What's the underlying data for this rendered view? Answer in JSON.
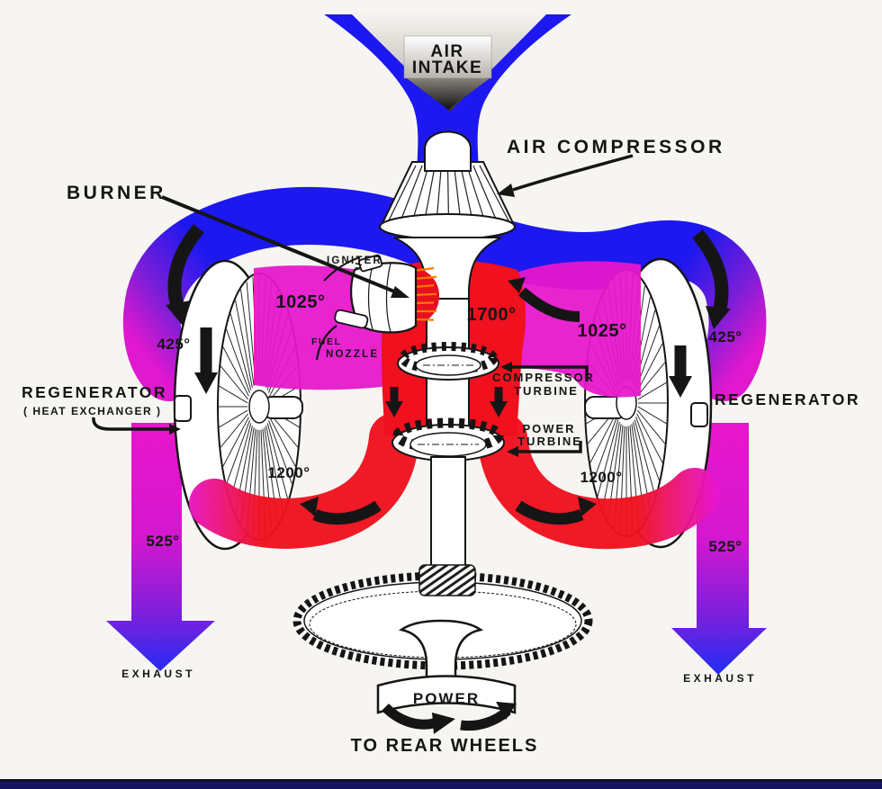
{
  "diagram": {
    "intake": {
      "line1": "AIR",
      "line2": "INTAKE"
    },
    "compressor_label": "AIR COMPRESSOR",
    "burner_label": "BURNER",
    "igniter_label": "IGNITER",
    "fuel_nozzle": {
      "line1": "FUEL",
      "line2": "NOZZLE"
    },
    "compressor_turbine": {
      "line1": "COMPRESSOR",
      "line2": "TURBINE"
    },
    "power_turbine": {
      "line1": "POWER",
      "line2": "TURBINE"
    },
    "regenerator_left": {
      "line1": "REGENERATOR",
      "line2": "( HEAT  EXCHANGER )"
    },
    "regenerator_right_label": "REGENERATOR",
    "power_output": {
      "banner": "POWER",
      "line": "TO REAR WHEELS"
    },
    "exhaust_left_label": "EXHAUST",
    "exhaust_right_label": "EXHAUST",
    "temps": {
      "compressed_air_left": "425°",
      "compressed_air_right": "425°",
      "regenerated_left": "1025°",
      "regenerated_right": "1025°",
      "burner_exit": "1700°",
      "turbine_exit_left": "1200°",
      "turbine_exit_right": "1200°",
      "exhaust_left": "525°",
      "exhaust_right": "525°"
    },
    "colors": {
      "intake_blue": "#1c18ef",
      "warm_magenta": "#e716cc",
      "hot_red": "#f0101e",
      "flame_orange": "#ff7a00",
      "ink": "#151515",
      "background": "#f7f5f1",
      "footer_navy": "#15155f"
    }
  }
}
